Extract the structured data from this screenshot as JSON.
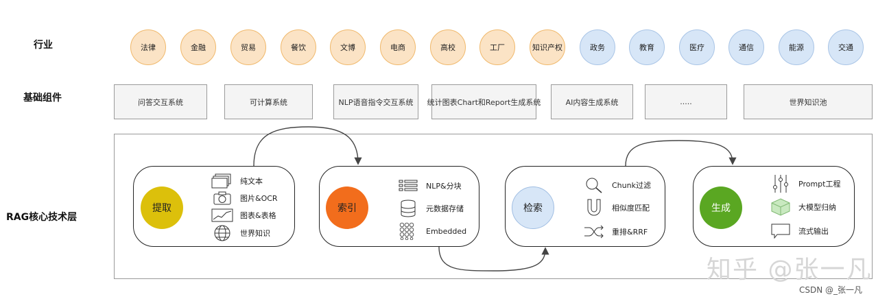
{
  "labels": {
    "industry": "行业",
    "components": "基础组件",
    "rag": "RAG核心技术层"
  },
  "industries": [
    "法律",
    "金融",
    "贸易",
    "餐饮",
    "文博",
    "电商",
    "高校",
    "工厂",
    "知识产权",
    "政务",
    "教育",
    "医疗",
    "通信",
    "能源",
    "交通"
  ],
  "components": [
    "问答交互系统",
    "可计算系统",
    "NLP语音指令交互系统",
    "统计图表Chart和Report生成系统",
    "AI内容生成系统",
    ".....",
    "世界知识池"
  ],
  "stages": [
    {
      "name": "提取",
      "items": [
        "纯文本",
        "图片&OCR",
        "图表&表格",
        "世界知识"
      ]
    },
    {
      "name": "索引",
      "items": [
        "NLP&分块",
        "元数据存储",
        "Embedded"
      ]
    },
    {
      "name": "检索",
      "items": [
        "Chunk过滤",
        "相似度匹配",
        "重排&RRF"
      ]
    },
    {
      "name": "生成",
      "items": [
        "Prompt工程",
        "大模型归纳",
        "流式输出"
      ]
    }
  ],
  "watermark": "知乎 @张一凡",
  "credit": "CSDN @_张一凡",
  "colors": {
    "orange": "#fbe3c5",
    "blue": "#d7e6f7",
    "extract": "#dcc00b",
    "index": "#f26d1c",
    "retrieve": "#d7e6f7",
    "generate": "#5aa722"
  },
  "icons": {
    "extract": [
      "documents-icon",
      "camera-icon",
      "line-chart-icon",
      "globe-icon"
    ],
    "index": [
      "list-icon",
      "database-icon",
      "grid-dots-icon"
    ],
    "retrieve": [
      "magnifier-icon",
      "magnet-icon",
      "shuffle-icon"
    ],
    "generate": [
      "sliders-icon",
      "cube-icon",
      "chat-bubble-icon"
    ]
  }
}
